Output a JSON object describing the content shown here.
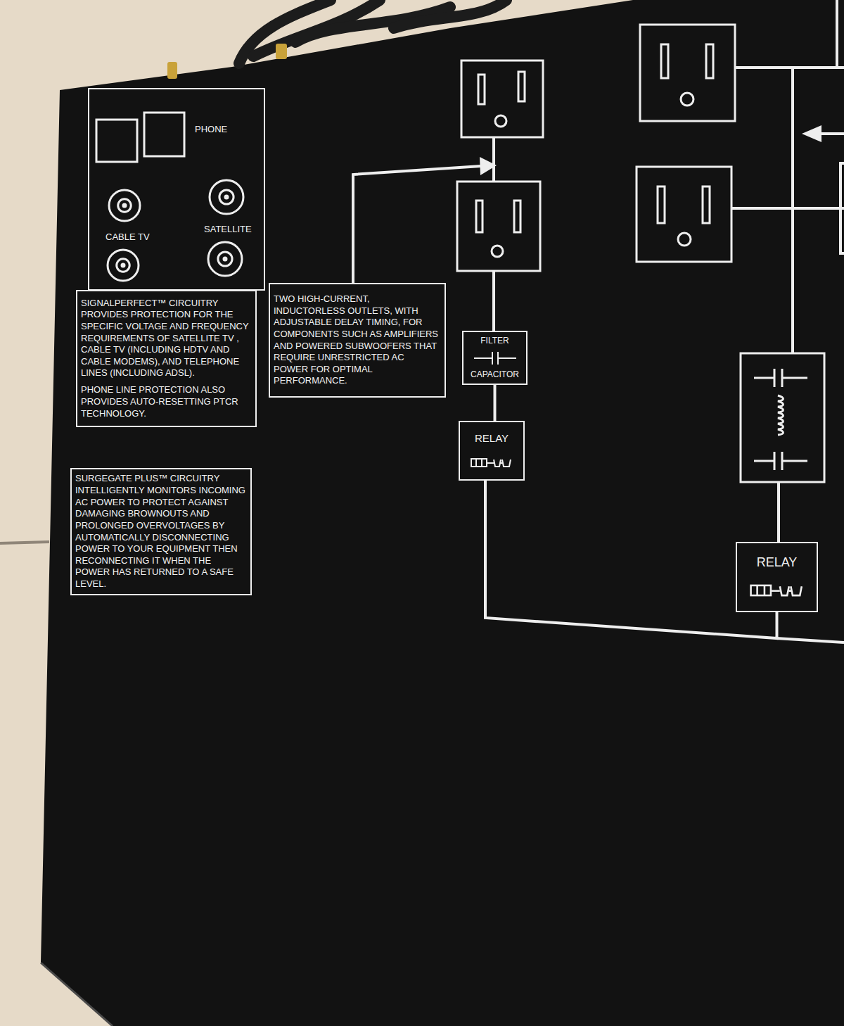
{
  "diagram": {
    "nodes": [
      {
        "text": [
          "PHONE",
          "CABLE TV",
          "SATELLITE"
        ]
      },
      {
        "text": [
          "SIGNALPERFECT™ CIRCUITRY PROVIDES PROTECTION FOR THE SPECIFIC VOLTAGE AND FREQUENCY REQUIREMENTS OF SATELLITE TV , CABLE TV (INCLUDING HDTV AND CABLE MODEMS), AND TELEPHONE LINES (INCLUDING ADSL).",
          "PHONE LINE PROTECTION ALSO PROVIDES AUTO-RESETTING PTCR TECHNOLOGY."
        ]
      },
      {
        "text": [
          "SURGEGATE PLUS™ CIRCUITRY INTELLIGENTLY MONITORS INCOMING AC POWER TO PROTECT AGAINST DAMAGING BROWNOUTS AND PROLONGED OVERVOLTAGES BY AUTOMATICALLY DISCONNECTING POWER TO YOUR EQUIPMENT THEN RECONNECTING IT WHEN THE POWER HAS RETURNED TO A SAFE LEVEL."
        ]
      },
      {
        "text": [
          "TWO HIGH-CURRENT, INDUCTORLESS OUTLETS, WITH ADJUSTABLE DELAY TIMING, FOR COMPONENTS SUCH AS AMPLIFIERS AND POWERED SUBWOOFERS THAT REQUIRE UNRESTRICTED AC POWER FOR OPTIMAL PERFORMANCE."
        ]
      },
      {
        "text": [
          "FILTER",
          "CAPACITOR"
        ]
      },
      {
        "text": [
          "RELAY"
        ]
      },
      {
        "text": [
          "RELAY"
        ]
      }
    ],
    "edges": [
      {
        "from": 4,
        "to": 5,
        "arrow": "none"
      },
      {
        "from": 5,
        "to": 6,
        "arrow": "none"
      }
    ]
  }
}
